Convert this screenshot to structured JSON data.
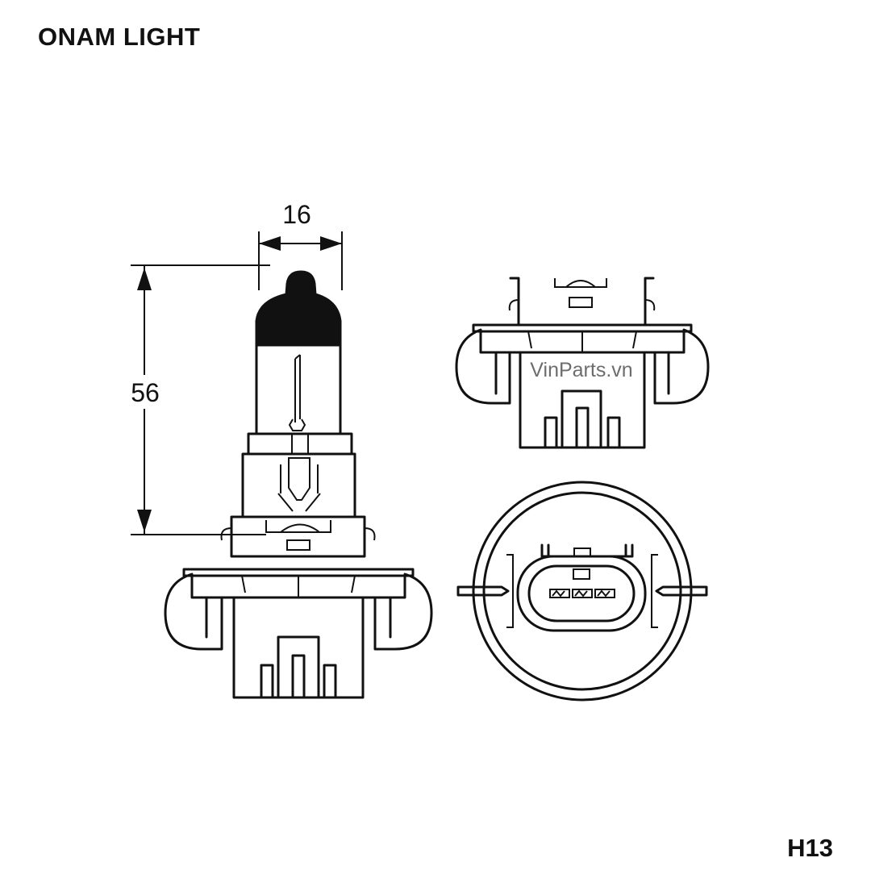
{
  "header": {
    "brand": "ONAM LIGHT"
  },
  "footer": {
    "model": "H13"
  },
  "dimensions": {
    "width": "16",
    "height": "56"
  },
  "watermark": "VinParts.vn"
}
